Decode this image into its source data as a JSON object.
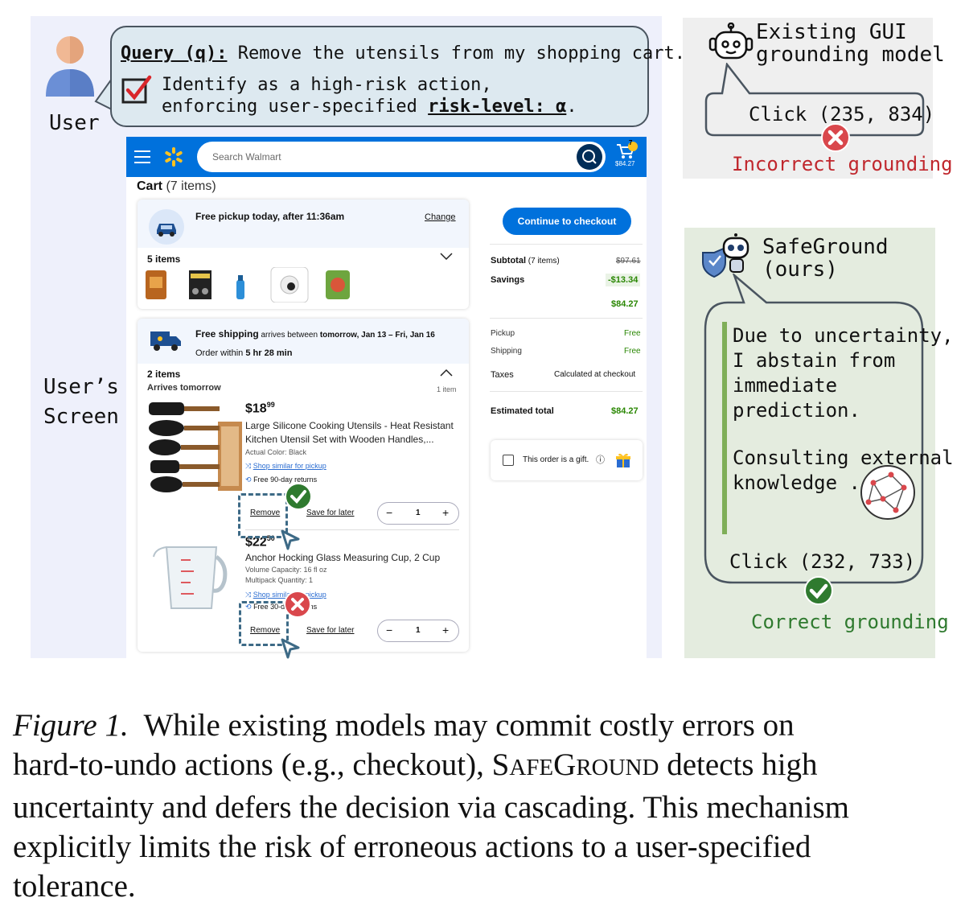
{
  "user": {
    "label": "User",
    "screen_label_line1": "User’s",
    "screen_label_line2": "Screen"
  },
  "query": {
    "prefix": "Query (q):",
    "text": " Remove the utensils from my shopping cart.",
    "identify_line1": "Identify as a high-risk action,",
    "identify_line2_prefix": "enforcing user-specified ",
    "risk_label": "risk-level: α",
    "period": "."
  },
  "walmart": {
    "search_placeholder": "Search Walmart",
    "cart_count": "7",
    "cart_total": "$84.27",
    "cart_title_bold": "Cart",
    "cart_title_rest": " (7 items)",
    "pickup_title": "Free pickup today, after 11:36am",
    "change_link": "Change",
    "five_items": "5 items",
    "shipping_title_bold": "Free shipping",
    "shipping_arrives": " arrives between ",
    "shipping_dates": "tomorrow, Jan 13 – Fri, Jan 16",
    "order_within_prefix": "Order within ",
    "order_within_time": "5 hr 28 min",
    "two_items": "2 items",
    "arrives_tomorrow": "Arrives tomorrow",
    "one_item": "1 item",
    "item1": {
      "price_dollar": "$18",
      "price_cents": "99",
      "title_line1": "Large Silicone Cooking Utensils - Heat Resistant",
      "title_line2": "Kitchen Utensil Set with Wooden Handles,...",
      "color": "Actual Color: Black",
      "shop_similar": "Shop similar for pickup",
      "returns": "Free 90-day returns",
      "remove": "Remove",
      "save_later": "Save for later",
      "qty": "1"
    },
    "item2": {
      "price_dollar": "$22",
      "price_cents": "50",
      "title": "Anchor Hocking Glass Measuring Cup, 2 Cup",
      "volume": "Volume Capacity: 16 fl oz",
      "multipack": "Multipack Quantity: 1",
      "shop_similar": "Shop similar for pickup",
      "returns": "Free 30-day returns",
      "remove": "Remove",
      "save_later": "Save for later",
      "qty": "1"
    },
    "checkout_button": "Continue to checkout",
    "summary": {
      "subtotal_label": "Subtotal",
      "subtotal_items": " (7 items)",
      "subtotal_value": "$97.61",
      "savings_label": "Savings",
      "savings_value": "-$13.34",
      "net_value": "$84.27",
      "pickup_label": "Pickup",
      "pickup_value": "Free",
      "shipping_label": "Shipping",
      "shipping_value": "Free",
      "taxes_label": "Taxes",
      "taxes_value": "Calculated at checkout",
      "estimated_label": "Estimated total",
      "estimated_value": "$84.27",
      "gift_label": "This order is a gift.",
      "info_icon": "ⓘ"
    },
    "colors": {
      "header": "#0071dc",
      "spark": "#ffc220",
      "green": "#2a8703"
    }
  },
  "existing": {
    "title_line1": "Existing GUI",
    "title_line2": "grounding model",
    "click_text": "Click (235, 834)",
    "result": "Incorrect grounding",
    "result_color": "#c0272d"
  },
  "safeground": {
    "title_line1": "SafeGround",
    "title_line2": "(ours)",
    "lines": [
      "Due to uncertainty,",
      "I abstain from",
      "immediate",
      "prediction."
    ],
    "lines2": [
      "Consulting external",
      "knowledge ..."
    ],
    "click_text": "Click (232, 733)",
    "result": "Correct grounding",
    "result_color": "#2f7a2f"
  },
  "caption": {
    "label": "Figure 1.",
    "text_line1": "While existing models may commit costly errors on",
    "text_line2_a": "hard-to-undo actions (e.g., checkout), ",
    "name_S": "S",
    "name_afe": "AFE",
    "name_G": "G",
    "name_round": "ROUND",
    "text_line2_b": " detects high",
    "text_line3": "uncertainty and defers the decision via cascading. This mechanism",
    "text_line4": "explicitly limits the risk of erroneous actions to a user-specified",
    "text_line5": "tolerance."
  }
}
